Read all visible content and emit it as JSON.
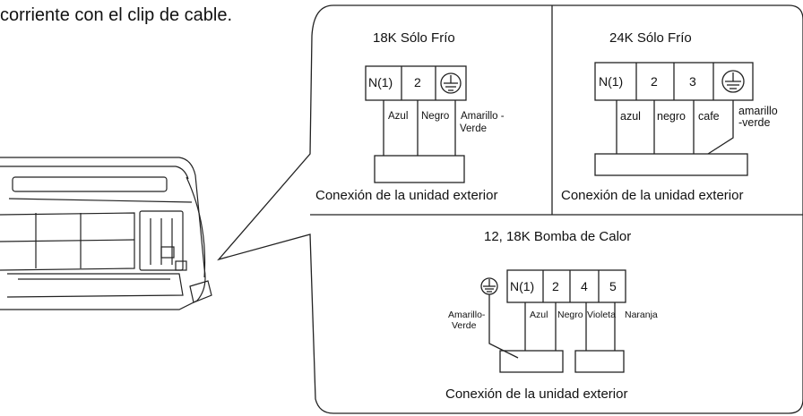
{
  "intro_text": "corriente con el clip de cable.",
  "panel_18k_cool": {
    "title": "18K  Sólo Frío",
    "terminals": [
      "N(1)",
      "2"
    ],
    "wires": [
      "Azul",
      "Negro",
      "Amarillo -",
      "Verde"
    ],
    "caption": "Conexión de la unidad exterior"
  },
  "panel_24k_cool": {
    "title": "24K Sólo Frío",
    "terminals": [
      "N(1)",
      "2",
      "3"
    ],
    "wires": [
      "azul",
      "negro",
      "cafe",
      "amarillo",
      "-verde"
    ],
    "caption": "Conexión de la unidad exterior"
  },
  "panel_heat_pump": {
    "title": "12, 18K Bomba de Calor",
    "terminals": [
      "N(1)",
      "2",
      "4",
      "5"
    ],
    "wires": [
      "Amarillo-",
      "Verde",
      "Azul",
      "Negro",
      "Violeta",
      "Naranja"
    ],
    "caption": "Conexión de la unidad exterior"
  }
}
